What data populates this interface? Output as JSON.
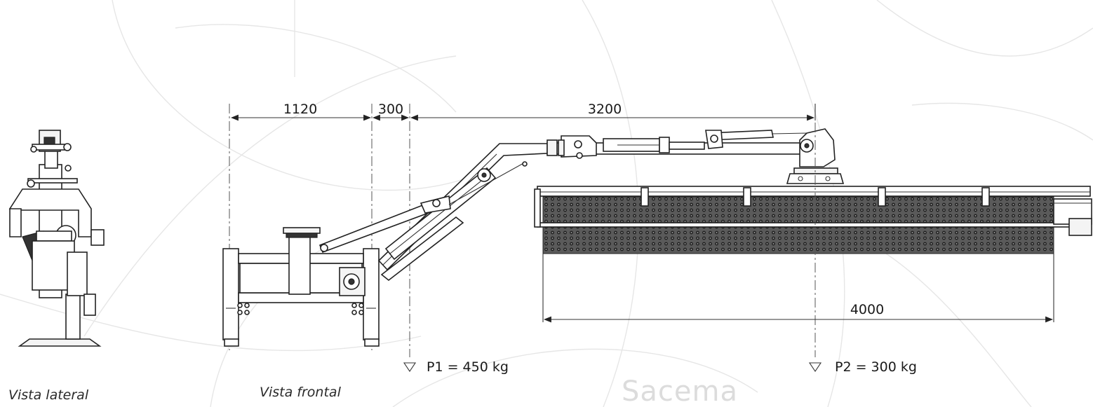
{
  "dimensions": {
    "d1": "1120",
    "d2": "300",
    "d3": "3200",
    "d4": "4000"
  },
  "loads": {
    "p1": "P1 = 450 kg",
    "p2": "P2 = 300 kg"
  },
  "views": {
    "lateral": "Vista lateral",
    "frontal": "Vista frontal"
  },
  "brand": "Sacema"
}
